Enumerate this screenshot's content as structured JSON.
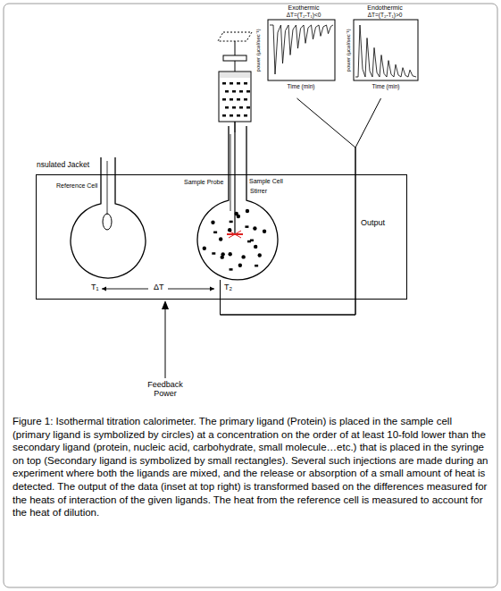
{
  "diagram": {
    "caption": "Figure 1: Isothermal titration calorimeter. The primary ligand (Protein) is placed in the sample cell (primary ligand is symbolized by circles) at a concentration on the order of at least 10-fold lower than the secondary ligand (protein, nucleic acid, carbohydrate, small molecule…etc.) that is placed in the syringe on top (Secondary ligand is symbolized by small rectangles). Several such injections are made during an experiment where both the ligands are mixed, and the release or absorption of a small amount of heat is detected. The output of the data (inset at top right) is transformed based on the differences measured for the heats of interaction of the given ligands. The heat from the reference cell is measured to account for the heat of dilution.",
    "nodes": [
      {
        "text": [
          "nsulated Jacket"
        ]
      },
      {
        "text": [
          "Reference Cell"
        ],
        "in": 0
      },
      {
        "text": [
          "Sample Cell"
        ],
        "in": 0
      },
      {
        "text": [
          "Exothermic",
          "ΔT=(T₂-T₁)<0"
        ]
      },
      {
        "text": [
          "Endothermic",
          "ΔT=(T₂-T₁)>0"
        ]
      }
    ],
    "edges": [
      {
        "from": 2,
        "to": 3,
        "label": "Output",
        "arrow": "none"
      },
      {
        "from": 2,
        "to": 4,
        "arrow": "none"
      }
    ],
    "labels": [
      "Sample Probe",
      "Stirrer",
      "T₁",
      "ΔT",
      "T₂",
      "Feedback Power",
      "power (µcal/sec⁻¹)",
      "Time (min)",
      "power (µcal/sec⁻¹)",
      "Time (min)"
    ]
  }
}
